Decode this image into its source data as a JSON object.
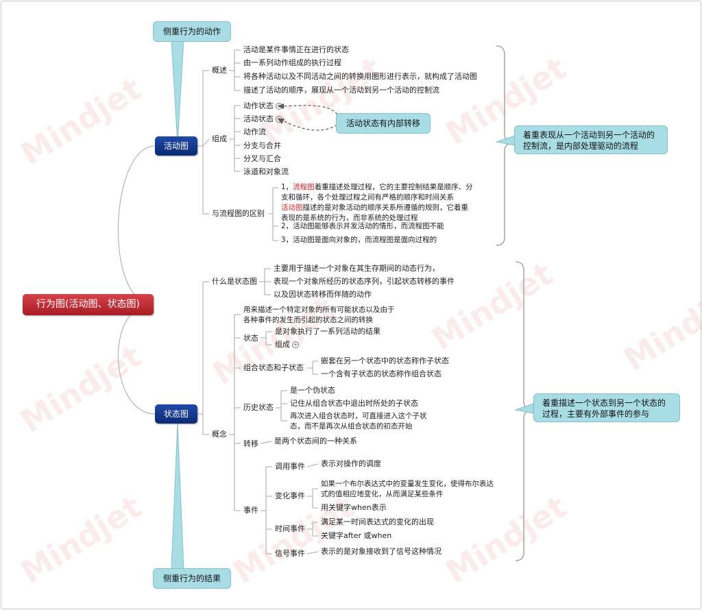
{
  "root": "行为图(活动图、状态图)",
  "callouts": {
    "top": "侧重行为的动作",
    "bottom": "侧重行为的结果",
    "inner": "活动状态有内部转移",
    "right_activity": "着重表现从一个活动到另一个活动的控制流，是内部处理驱动的流程",
    "right_state": "着重描述一个状态到另一个状态的过程，主要有外部事件的参与"
  },
  "watermark": "Mindjet",
  "activity": {
    "title": "活动图",
    "overview_label": "概述",
    "overview": [
      "活动是某件事情正在进行的状态",
      "由一系列动作组成的执行过程",
      "将各种活动以及不同活动之间的转换用图形进行表示，就构成了活动图",
      "描述了活动的顺序，展现从一个活动到另一个活动的控制流"
    ],
    "composition_label": "组成",
    "composition": [
      "动作状态",
      "活动状态",
      "动作流",
      "分支与合并",
      "分叉与汇合",
      "泳道和对象流"
    ],
    "diff_label": "与流程图的区别",
    "diff": {
      "p1_prefix": "1，",
      "p1_red": "流程图",
      "p1_a": "着重描述处理过程，它的主要控制结果是顺序、分",
      "p1_b": "支和循环，各个处理过程之间有严格的顺序和时间关系",
      "p1_red2": "活动图",
      "p1_c": "描述的是对象活动的顺序关系所遵循的规则，它着重",
      "p1_d": "表现的是系统的行为，而非系统的处理过程",
      "p2": "2，活动图能够表示并发活动的情形，而流程图不能",
      "p3": "3，活动图是面向对象的，而流程图是面向过程的"
    }
  },
  "state": {
    "title": "状态图",
    "what_label": "什么是状态图",
    "what": [
      "主要用于描述一个对象在其生存期间的动态行为，",
      "表现一个对象所经历的状态序列，引起状态转移的事件",
      "以及因状态转移而伴随的动作"
    ],
    "concept_label": "概念",
    "concept_intro_a": "用来描述一个特定对象的所有可能状态以及由于",
    "concept_intro_b": "各种事件的发生而引起的状态之间的转换",
    "status_label": "状态",
    "status": [
      "是对象执行了一系列活动的结果",
      "组成"
    ],
    "composite_label": "组合状态和子状态",
    "composite": [
      "嵌套在另一个状态中的状态称作子状态",
      "一个含有子状态的状态称作组合状态"
    ],
    "history_label": "历史状态",
    "history": [
      "是一个伪状态",
      "记住从组合状态中退出时所处的子状态"
    ],
    "history_c_a": "再次进入组合状态时，可直接进入这个子状",
    "history_c_b": "态，而不是再次从组合状态的初态开始",
    "transition_label": "转移",
    "transition": "是两个状态间的一种关系",
    "events_label": "事件",
    "call_label": "调用事件",
    "call": "表示对操作的调度",
    "change_label": "变化事件",
    "change_a": "如果一个布尔表达式中的变量发生变化，使得布尔表达",
    "change_b": "式的值相应地变化，从而满足某些条件",
    "change_c": "用关键字when表示",
    "time_label": "时间事件",
    "time": [
      "满足某一时间表达式的变化的出现",
      "关键字after 或when"
    ],
    "signal_label": "信号事件",
    "signal": "表示的是对象接收到了信号这种情况"
  },
  "colors": {
    "root": "#c0272f",
    "main": "#153a8c",
    "callout": "#a9dde6",
    "link": "#b7b7b7",
    "accent_text": "#d02828"
  }
}
